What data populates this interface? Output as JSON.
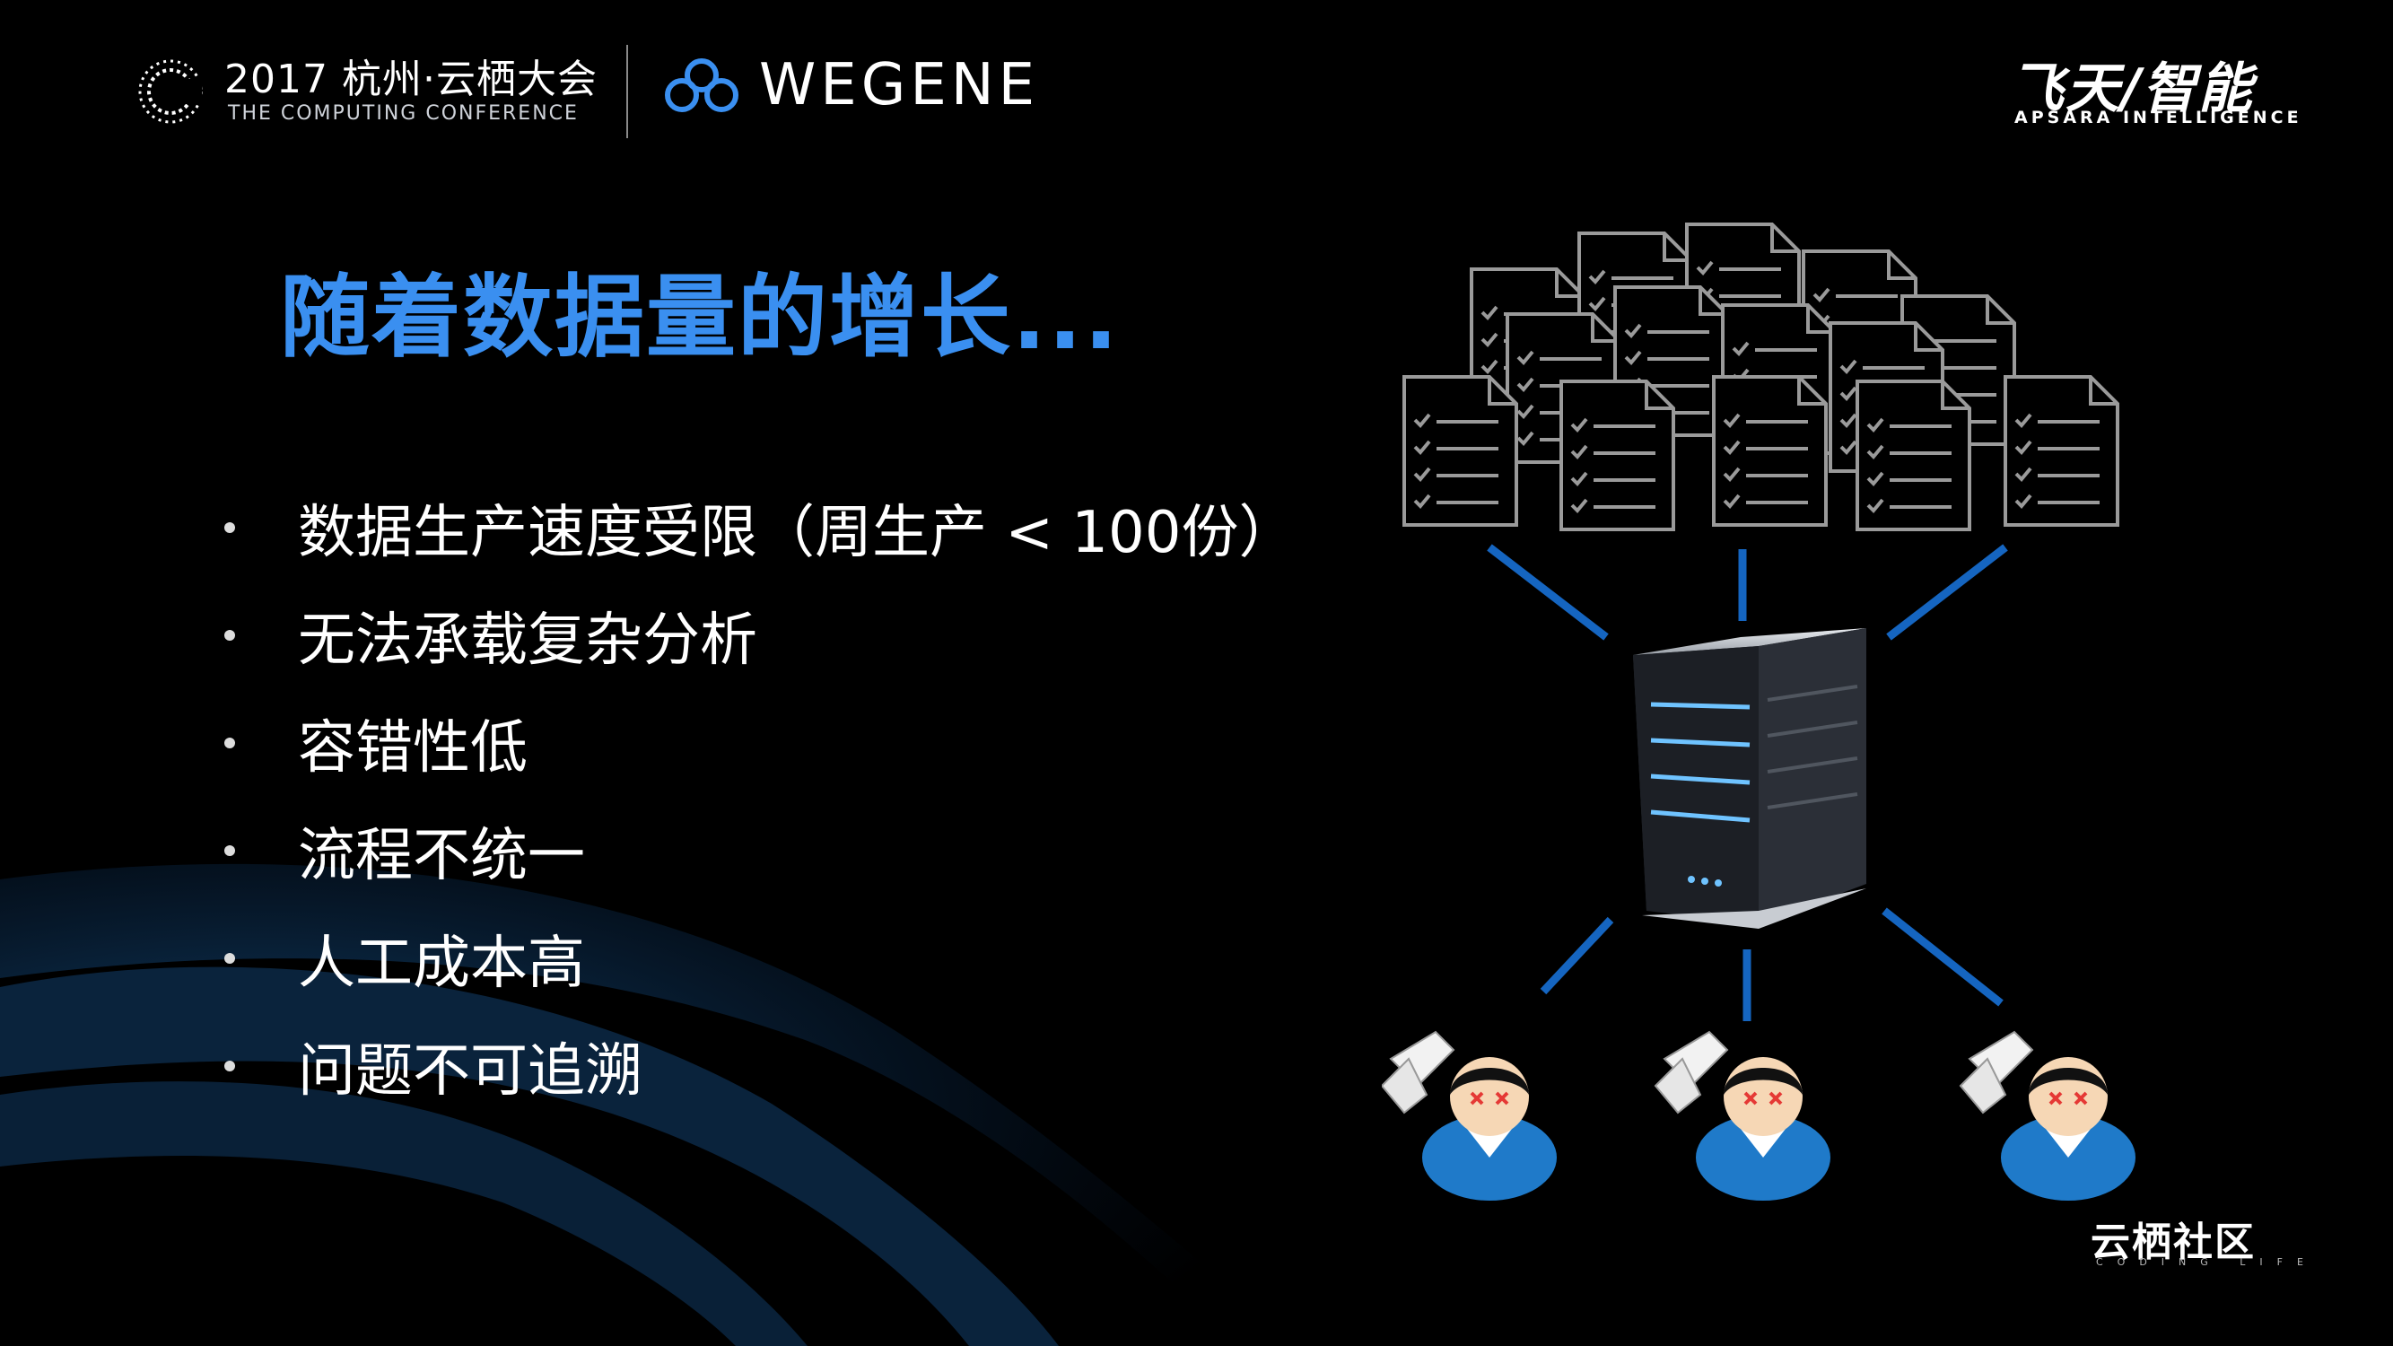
{
  "header": {
    "conference_title": "2017 杭州·云栖大会",
    "conference_subtitle": "THE COMPUTING CONFERENCE",
    "partner_name": "WEGENE",
    "brand_cn": "飞天/智能",
    "brand_en": "APSARA INTELLIGENCE"
  },
  "slide": {
    "title": "随着数据量的增长...",
    "bullets": [
      "数据生产速度受限（周生产 < 100份）",
      "无法承载复杂分析",
      "容错性低",
      "流程不统一",
      "人工成本高",
      "问题不可追溯"
    ]
  },
  "footer": {
    "community_name": "云栖社区",
    "community_sub": "CODING LIFE"
  },
  "colors": {
    "background": "#000000",
    "title_blue": "#3a8ff0",
    "connector_blue": "#1565c0"
  },
  "icons": [
    "conference-logo-icon",
    "wegene-cloud-icon",
    "document-icon",
    "server-icon",
    "user-avatar-icon",
    "scroll-icon"
  ]
}
